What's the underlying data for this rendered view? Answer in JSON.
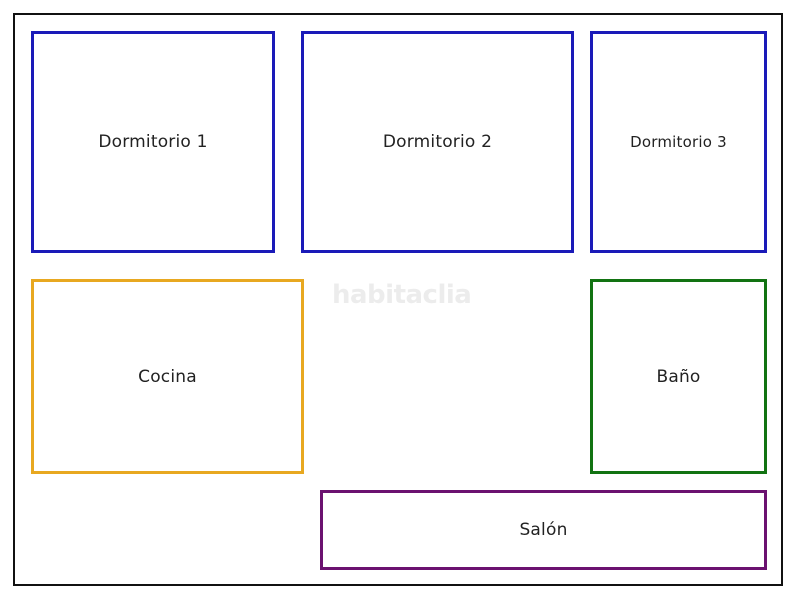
{
  "colors": {
    "bedroom_border": "#1a1ab8",
    "kitchen_border": "#e8a820",
    "bathroom_border": "#127312",
    "living_border": "#6b1270",
    "outline": "#111111"
  },
  "watermark": {
    "text": "habitaclia"
  },
  "rooms": [
    {
      "id": "dorm1",
      "label": "Dormitorio 1",
      "type": "bedroom"
    },
    {
      "id": "dorm2",
      "label": "Dormitorio 2",
      "type": "bedroom"
    },
    {
      "id": "dorm3",
      "label": "Dormitorio 3",
      "type": "bedroom"
    },
    {
      "id": "cocina",
      "label": "Cocina",
      "type": "kitchen"
    },
    {
      "id": "bano",
      "label": "Baño",
      "type": "bathroom"
    },
    {
      "id": "salon",
      "label": "Salón",
      "type": "living"
    }
  ]
}
